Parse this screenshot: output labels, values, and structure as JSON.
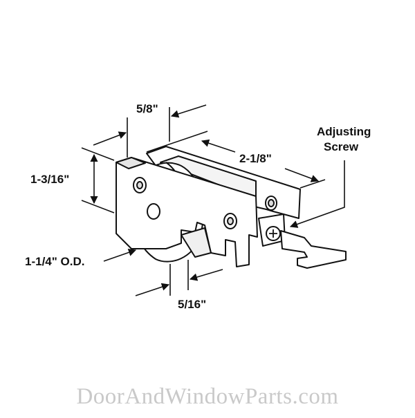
{
  "dimensions": {
    "width_top": "5/8\"",
    "length": "2-1/8\"",
    "height": "1-3/16\"",
    "wheel_od": "1-1/4\" O.D.",
    "wheel_width": "5/16\""
  },
  "callout": {
    "line1": "Adjusting",
    "line2": "Screw"
  },
  "watermark": "DoorAndWindowParts.com",
  "colors": {
    "line": "#111111",
    "watermark": "#c9c9c9"
  }
}
